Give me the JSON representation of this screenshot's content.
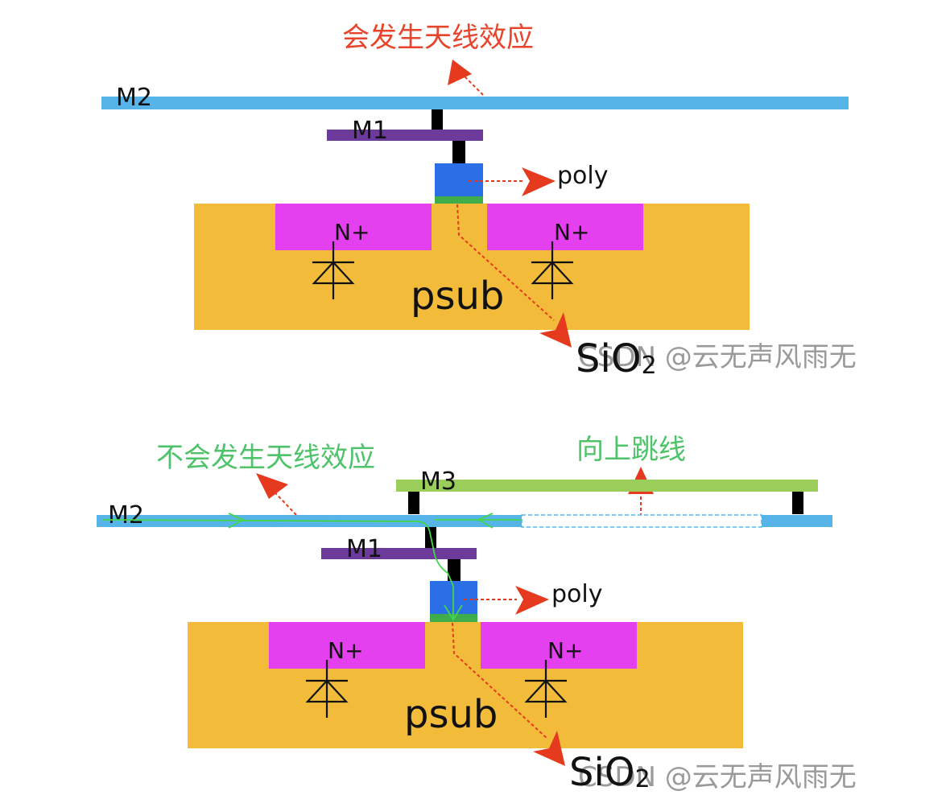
{
  "colors": {
    "psub": "#f2bc3a",
    "nplus": "#e540ef",
    "m1": "#6b3a9a",
    "m2": "#56b4e9",
    "m3": "#9acd5a",
    "poly": "#2a6fe6",
    "oxide": "#3fae4a",
    "via": "#000000",
    "arrow_red": "#e63a1e",
    "text_red": "#e8442c",
    "text_green": "#4ec36a",
    "route_green": "#44d64a"
  },
  "top": {
    "annotation": "会发生天线效应",
    "m2_label": "M2",
    "m1_label": "M1",
    "poly_label": "poly",
    "nplus_left": "N+",
    "nplus_right": "N+",
    "psub_label": "psub",
    "oxide_label_main": "SiO",
    "oxide_label_sub": "2",
    "watermark": "CSDN @云无声风雨无"
  },
  "bottom": {
    "annotation_left": "不会发生天线效应",
    "annotation_right": "向上跳线",
    "m3_label": "M3",
    "m2_label": "M2",
    "m1_label": "M1",
    "poly_label": "poly",
    "nplus_left": "N+",
    "nplus_right": "N+",
    "psub_label": "psub",
    "oxide_label_main": "SiO",
    "oxide_label_sub": "2",
    "watermark": "CSDN @云无声风雨无"
  }
}
